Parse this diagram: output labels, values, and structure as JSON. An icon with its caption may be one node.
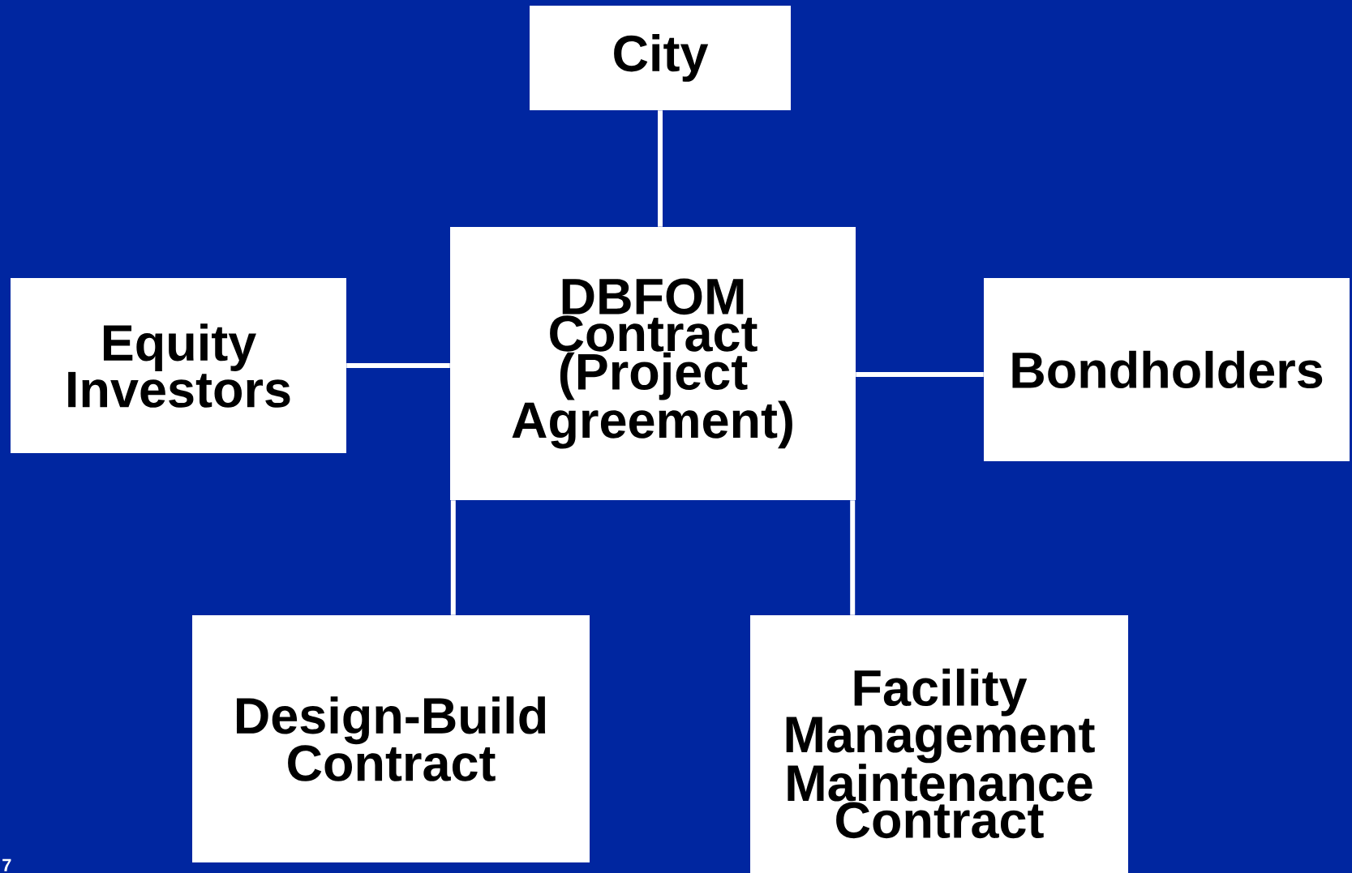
{
  "diagram": {
    "nodes": [
      {
        "text": [
          "City"
        ]
      },
      {
        "text": [
          "DBFOM Contract (Project Agreement)"
        ]
      },
      {
        "text": [
          "Equity Investors"
        ]
      },
      {
        "text": [
          "Bondholders"
        ]
      },
      {
        "text": [
          "Design-Build Contract"
        ]
      },
      {
        "text": [
          "Facility Management Maintenance Contract"
        ]
      }
    ],
    "edges": [
      {
        "from": 0,
        "to": 1,
        "arrow": "none"
      },
      {
        "from": 2,
        "to": 1,
        "arrow": "none"
      },
      {
        "from": 1,
        "to": 3,
        "arrow": "none"
      },
      {
        "from": 1,
        "to": 4,
        "arrow": "none"
      },
      {
        "from": 1,
        "to": 5,
        "arrow": "none"
      }
    ],
    "labels": [
      "7"
    ]
  }
}
